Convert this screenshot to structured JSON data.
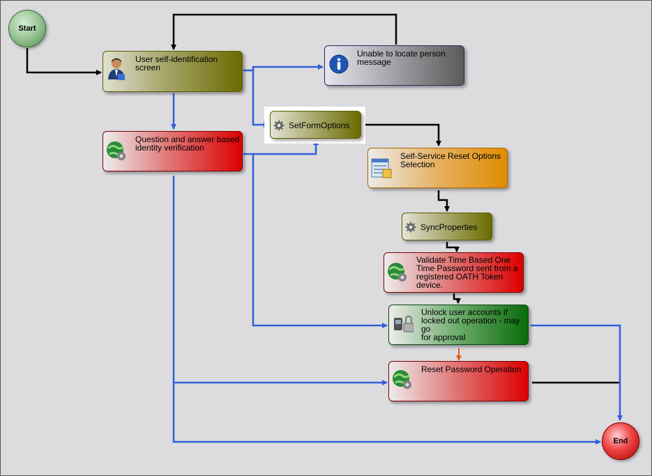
{
  "colors": {
    "olive": "#6b6b00",
    "red": "#dd0000",
    "orange": "#e08c00",
    "green": "#0a6b0a",
    "blue_wire": "#2f5fd8",
    "black_wire": "#000000",
    "orange_wire": "#e06010"
  },
  "start": {
    "label": "Start",
    "icon": "start-circle"
  },
  "end": {
    "label": "End",
    "icon": "end-circle"
  },
  "nodes": {
    "user_self_id": {
      "label": "User self-identification screen",
      "icon": "person-icon"
    },
    "unable_locate": {
      "label": "Unable to locate person\nmessage",
      "icon": "info-icon"
    },
    "set_form_options": {
      "label": "SetFormOptions",
      "icon": "gear-icon"
    },
    "qa_verify": {
      "label": "Question and answer based\nidentity verification",
      "icon": "globe-gear-icon"
    },
    "reset_options": {
      "label": "Self-Service Reset Options\nSelection",
      "icon": "form-icon"
    },
    "sync_properties": {
      "label": "SyncProperties",
      "icon": "gear-icon"
    },
    "validate_totp": {
      "label": "Validate Time Based One\nTime Password sent from a\nregistered OATH Token\ndevice.",
      "icon": "globe-gear-icon"
    },
    "unlock_accounts": {
      "label": "Unlock user accounts if\nlocked out operation - may go\nfor approval",
      "icon": "lock-icon"
    },
    "reset_password": {
      "label": "Reset Password Operation",
      "icon": "globe-gear-icon"
    }
  }
}
